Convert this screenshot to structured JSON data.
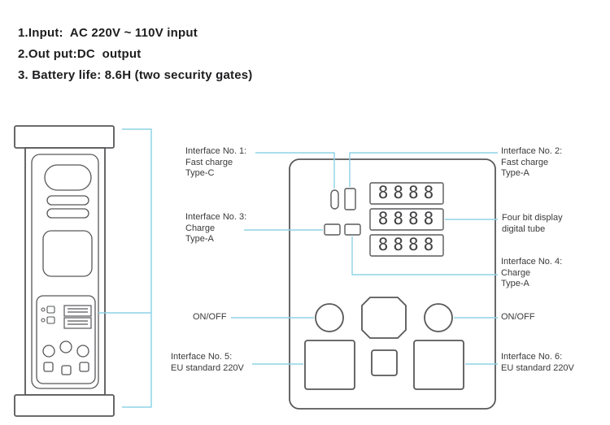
{
  "notes": {
    "line1": "1.Input:  AC 220V ~ 110V input",
    "line2": "2.Out put:DC  output",
    "line3": "3. Battery life: 8.6H (two security gates)"
  },
  "callouts": {
    "if1": {
      "l1": "Interface No. 1:",
      "l2": "Fast charge",
      "l3": "Type-C"
    },
    "if2": {
      "l1": "Interface No. 2:",
      "l2": "Fast charge",
      "l3": "Type-A"
    },
    "if3": {
      "l1": "Interface No. 3:",
      "l2": "Charge",
      "l3": "Type-A"
    },
    "if4": {
      "l1": "Interface No. 4:",
      "l2": "Charge",
      "l3": "Type-A"
    },
    "display": {
      "l1": "Four bit display",
      "l2": "digital tube"
    },
    "onoff_left": {
      "l1": "ON/OFF"
    },
    "onoff_right": {
      "l1": "ON/OFF"
    },
    "if5": {
      "l1": "Interface No. 5:",
      "l2": "EU standard 220V"
    },
    "if6": {
      "l1": "Interface No. 6:",
      "l2": "EU standard 220V"
    }
  },
  "display_tubes": {
    "tube1": "8888",
    "tube2": "8888",
    "tube3": "8888"
  },
  "colors": {
    "line": "#57585a",
    "leader": "#8ed3e6",
    "text": "#1d1d1f"
  }
}
